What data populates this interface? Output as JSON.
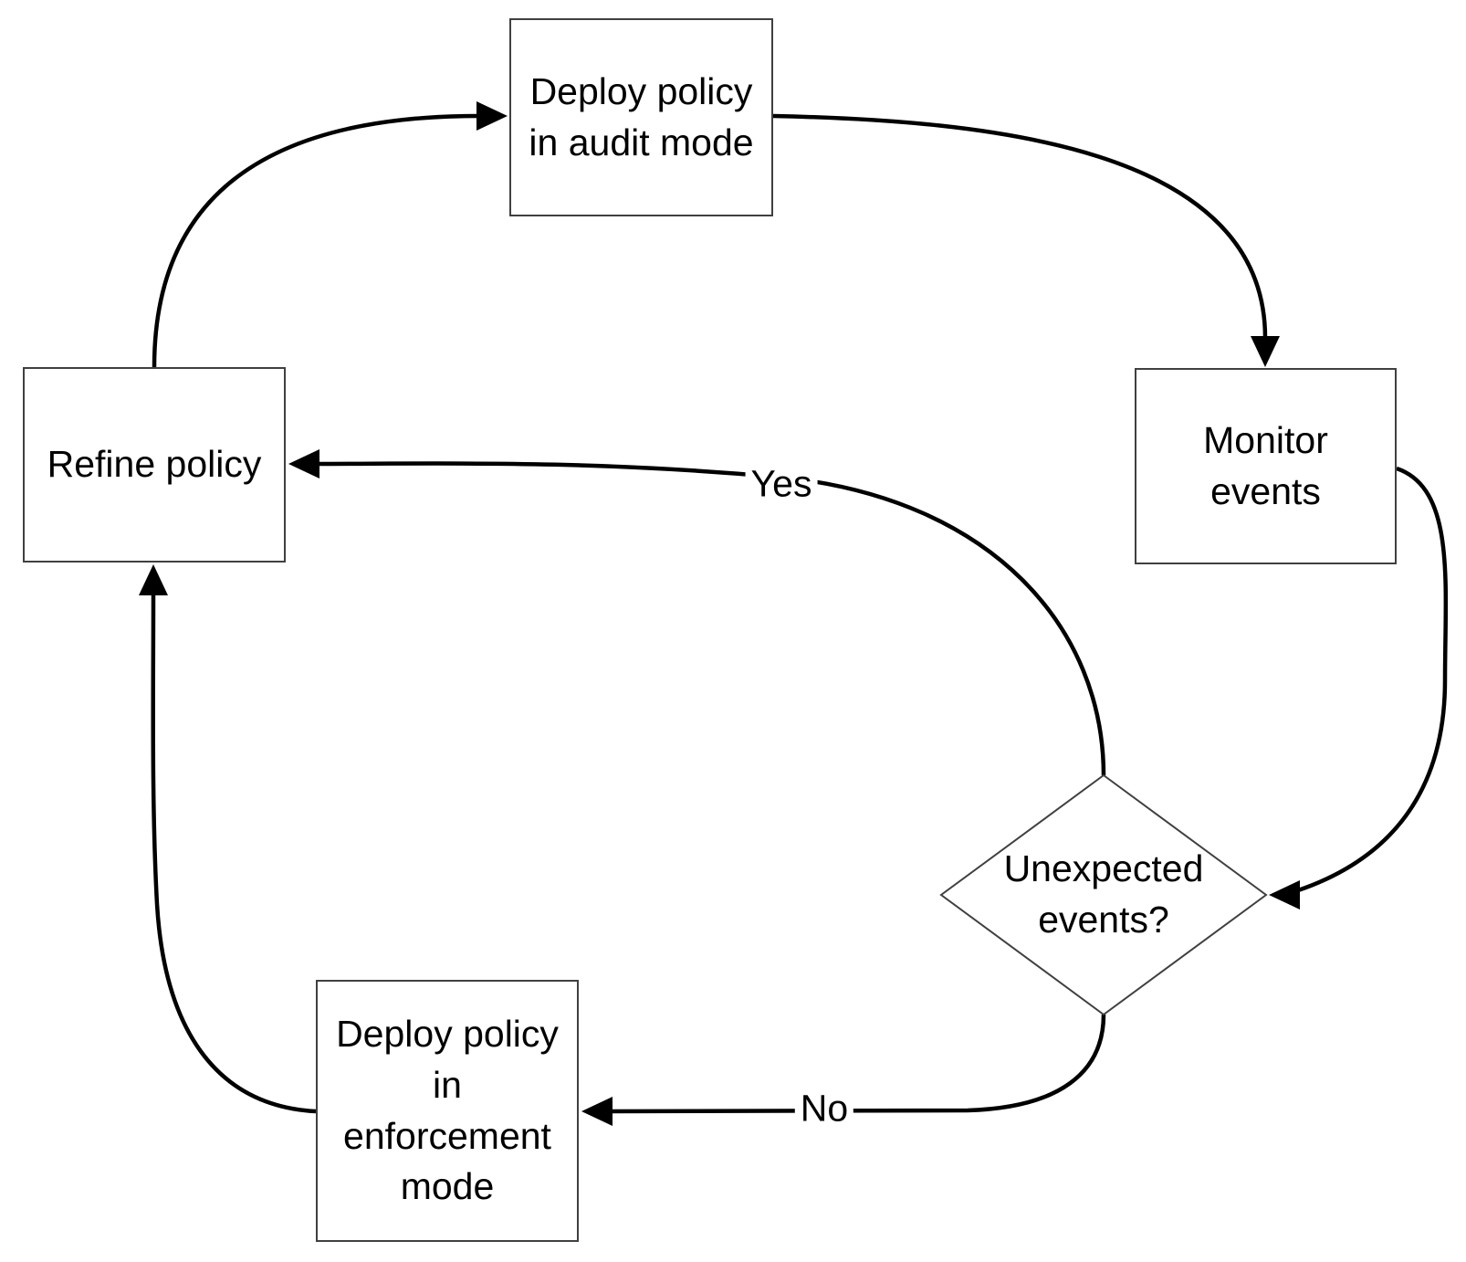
{
  "diagram": {
    "type": "flowchart",
    "background_color": "#ffffff",
    "box_border_color": "#404040",
    "edge_color": "#000000",
    "text_color": "#000000",
    "nodes": {
      "deploy_audit": {
        "shape": "rectangle",
        "label": "Deploy policy\nin audit mode"
      },
      "monitor": {
        "shape": "rectangle",
        "label": "Monitor\nevents"
      },
      "unexpected": {
        "shape": "diamond",
        "label": "Unexpected\nevents?"
      },
      "refine": {
        "shape": "rectangle",
        "label": "Refine policy"
      },
      "deploy_enforce": {
        "shape": "rectangle",
        "label": "Deploy policy\nin\nenforcement\nmode"
      }
    },
    "edges": [
      {
        "from": "refine",
        "to": "deploy_audit",
        "label": ""
      },
      {
        "from": "deploy_audit",
        "to": "monitor",
        "label": ""
      },
      {
        "from": "monitor",
        "to": "unexpected",
        "label": ""
      },
      {
        "from": "unexpected",
        "to": "refine",
        "label": "Yes"
      },
      {
        "from": "unexpected",
        "to": "deploy_enforce",
        "label": "No"
      },
      {
        "from": "deploy_enforce",
        "to": "refine",
        "label": ""
      }
    ]
  }
}
